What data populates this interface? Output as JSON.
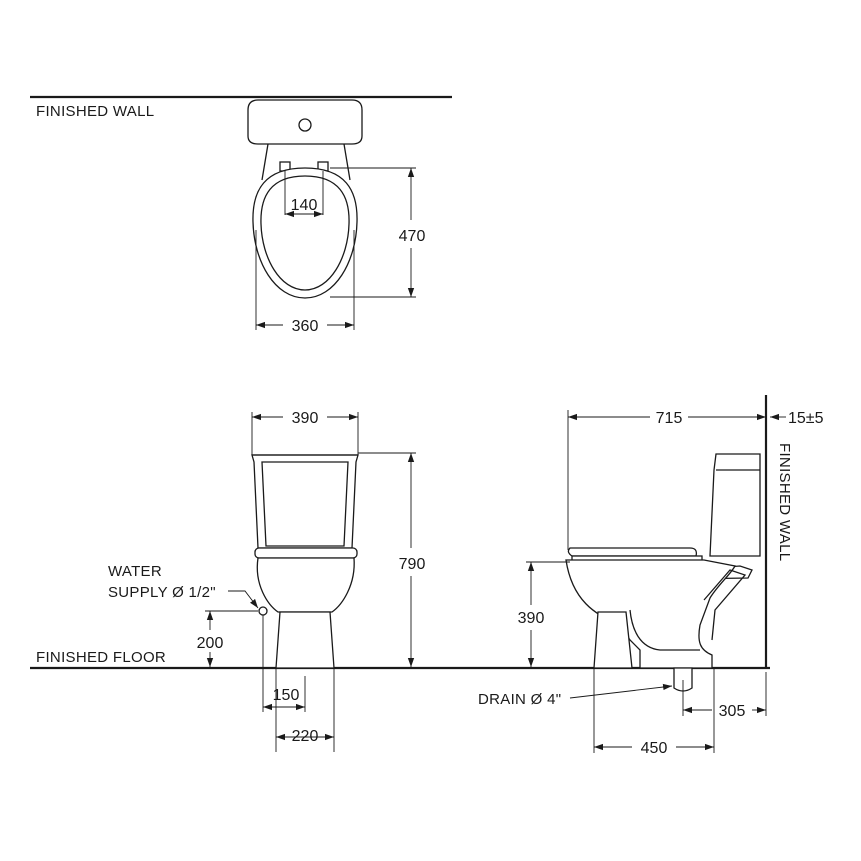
{
  "labels": {
    "finished_wall_top": "FINISHED WALL",
    "finished_wall_side": "FINISHED WALL",
    "finished_floor": "FINISHED FLOOR",
    "water_supply_line1": "WATER",
    "water_supply_line2": "SUPPLY Ø 1/2\"",
    "drain": "DRAIN Ø 4\""
  },
  "dimensions": {
    "seat_hinge_spacing": "140",
    "bowl_length": "470",
    "bowl_width": "360",
    "tank_width": "390",
    "total_height": "790",
    "supply_height": "200",
    "supply_offset": "150",
    "base_width": "220",
    "total_depth": "715",
    "wall_gap": "15±5",
    "seat_height": "390",
    "drain_to_wall": "305",
    "base_depth": "450"
  }
}
